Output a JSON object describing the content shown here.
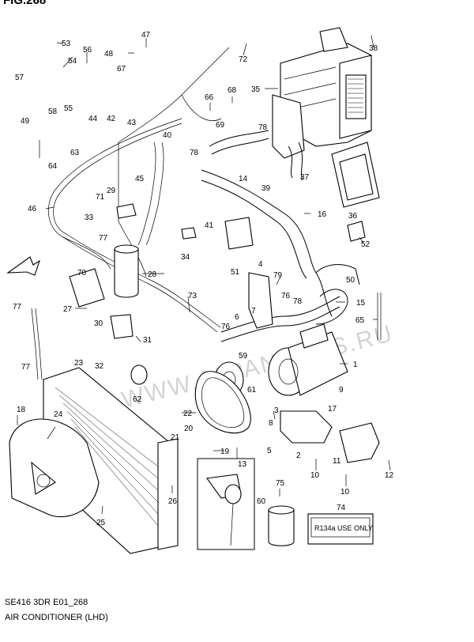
{
  "header_text": "FIG.268",
  "watermark": "WWW.JAPANCARS.RU",
  "fwd_badge": "FWD",
  "decal_text": "R134a USE ONLY",
  "footer": {
    "code": "SE416 3DR E01_268",
    "title": "AIR CONDITIONER (LHD)"
  },
  "callouts": [
    "1",
    "2",
    "3",
    "4",
    "5",
    "6",
    "7",
    "8",
    "9",
    "10",
    "10",
    "11",
    "12",
    "13",
    "14",
    "15",
    "16",
    "17",
    "18",
    "19",
    "20",
    "21",
    "22",
    "23",
    "24",
    "25",
    "26",
    "27",
    "28",
    "29",
    "30",
    "31",
    "32",
    "33",
    "34",
    "35",
    "36",
    "37",
    "38",
    "39",
    "40",
    "41",
    "42",
    "43",
    "44",
    "45",
    "46",
    "47",
    "48",
    "49",
    "50",
    "51",
    "52",
    "53",
    "54",
    "55",
    "56",
    "57",
    "58",
    "59",
    "60",
    "61",
    "62",
    "63",
    "64",
    "65",
    "66",
    "67",
    "68",
    "69",
    "70",
    "71",
    "72",
    "73",
    "74",
    "75",
    "76",
    "76",
    "77",
    "77",
    "77",
    "78",
    "78",
    "78",
    "79"
  ]
}
